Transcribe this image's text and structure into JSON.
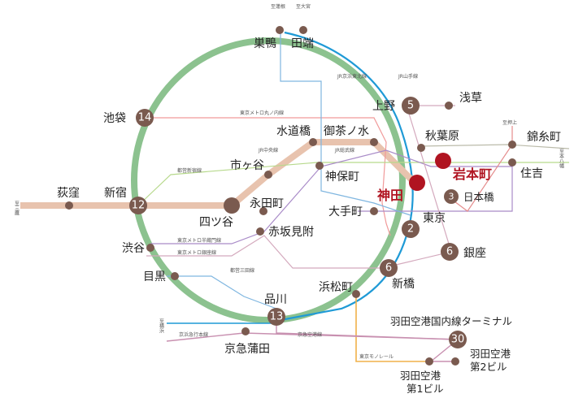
{
  "stations": {
    "sugamo": "巣鴨",
    "tabata": "田端",
    "ueno": "上野",
    "asakusa": "浅草",
    "ikebukuro": "池袋",
    "akihabara": "秋葉原",
    "kinshicho": "錦糸町",
    "iwamotocho": "岩本町",
    "sumiyoshi": "住吉",
    "suidobashi": "水道橋",
    "ochanomizu": "御茶ノ水",
    "ichigaya": "市ヶ谷",
    "jimbocho": "神保町",
    "kanda": "神田",
    "nihombashi": "日本橋",
    "ogikubo": "荻窪",
    "shinjuku": "新宿",
    "yotsuya": "四ツ谷",
    "nagatacho": "永田町",
    "otemachi": "大手町",
    "tokyo": "東京",
    "akasakamitsuke": "赤坂見附",
    "shibuya": "渋谷",
    "ginza": "銀座",
    "meguro": "目黒",
    "shimbashi": "新橋",
    "hamamatsucho": "浜松町",
    "shinagawa": "品川",
    "haneda_domestic": "羽田空港国内線ターミナル",
    "keikyu_kamata": "京急蒲田",
    "haneda_t2_1": "羽田空港",
    "haneda_t2_2": "第2ビル",
    "haneda_t1_1": "羽田空港",
    "haneda_t1_2": "第1ビル"
  },
  "minutes": {
    "ueno": "5",
    "ikebukuro": "14",
    "nihombashi": "3",
    "shinjuku": "12",
    "tokyo": "2",
    "ginza": "6",
    "shimbashi": "6",
    "shinagawa": "13",
    "haneda_domestic": "30"
  },
  "line_labels": {
    "marunouchi": "東京メトロ丸ノ内線",
    "keihin_tohoku": "JR京浜東北線",
    "yamanote": "JR山手線",
    "chuo": "JR中央線",
    "sobu": "JR総武線",
    "shinjuku_line": "都営新宿線",
    "hanzomon": "東京メトロ半蔵門線",
    "ginza_line": "東京メトロ銀座線",
    "mita": "都営三田線",
    "monorail": "東京モノレール",
    "keikyu_main": "京浜急行本線",
    "keikyu_airport": "京急空港線"
  },
  "direction_labels": {
    "to_hasune": "至蓮根",
    "to_omiya": "至大宮",
    "to_oshiage": "至押上",
    "to_motoyawata": "至本八幡",
    "to_mitaka": "至三鷹",
    "to_yokohama": "至横浜"
  },
  "colors": {
    "yamanote": "#8cc28f",
    "keihin": "#1f9ad6",
    "chuo": "#e8c3ae",
    "node": "#7a5a4f",
    "highlight": "#b01421",
    "thin": "#d9a7b6"
  }
}
